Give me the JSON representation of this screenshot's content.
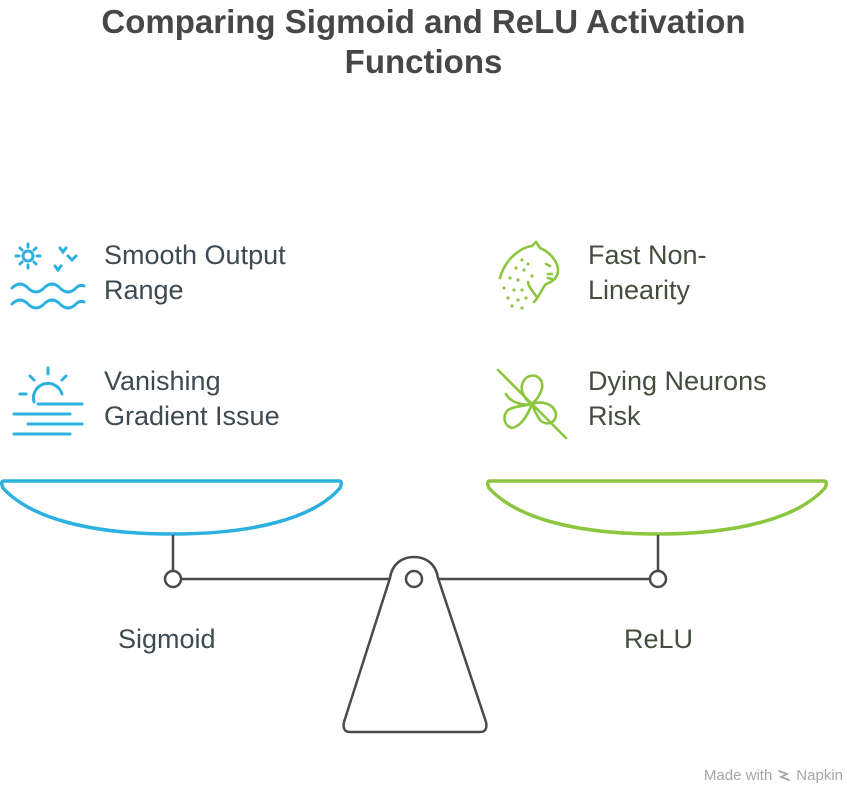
{
  "title": {
    "line1": "Comparing Sigmoid and ReLU Activation",
    "line2": "Functions"
  },
  "colors": {
    "sigmoid": "#2bb0e0",
    "relu": "#8cc63f",
    "scale": "#4a4a4a",
    "title": "#474747"
  },
  "left": {
    "name": "Sigmoid",
    "items": [
      {
        "icon": "sun-birds-waves-icon",
        "line1": "Smooth Output",
        "line2": "Range"
      },
      {
        "icon": "sunset-horizon-icon",
        "line1": "Vanishing",
        "line2": "Gradient Issue"
      }
    ]
  },
  "right": {
    "name": "ReLU",
    "items": [
      {
        "icon": "cheetah-icon",
        "line1": "Fast Non-",
        "line2": "Linearity"
      },
      {
        "icon": "crossed-clover-icon",
        "line1": "Dying Neurons",
        "line2": "Risk"
      }
    ]
  },
  "credit": {
    "prefix": "Made with",
    "brand": "Napkin"
  }
}
